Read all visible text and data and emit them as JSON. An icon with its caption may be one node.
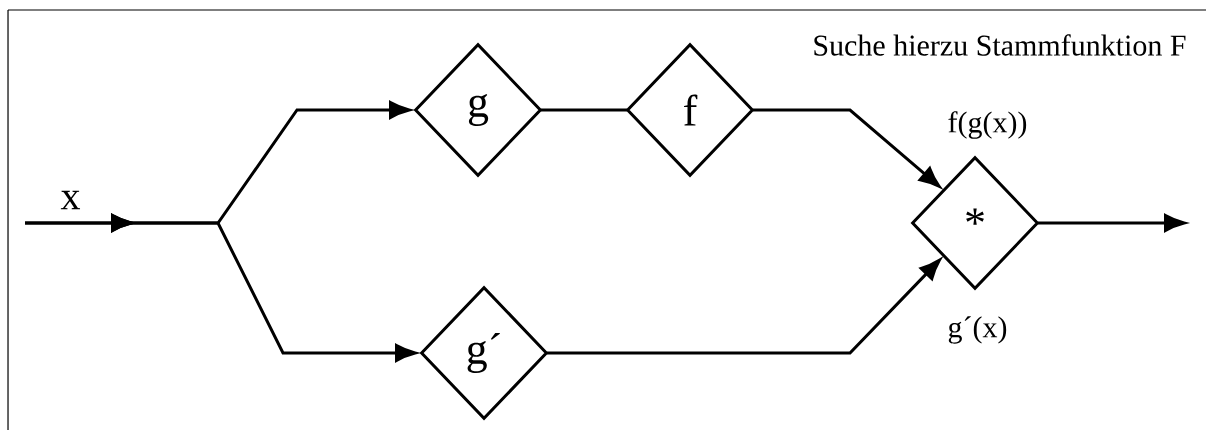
{
  "diagram": {
    "nodes": [
      {
        "text": [
          "g"
        ]
      },
      {
        "text": [
          "f"
        ]
      },
      {
        "text": [
          "g´"
        ]
      },
      {
        "text": [
          "*"
        ]
      }
    ],
    "edges": [
      {
        "from": null,
        "to": 0,
        "arrow": "to",
        "label": "x"
      },
      {
        "from": null,
        "to": 2,
        "arrow": "to"
      },
      {
        "from": 0,
        "to": 1,
        "arrow": "none"
      },
      {
        "from": 1,
        "to": 3,
        "arrow": "to",
        "label": "f(g(x))"
      },
      {
        "from": 2,
        "to": 3,
        "arrow": "to",
        "label": "g´(x)"
      },
      {
        "from": 3,
        "to": null,
        "arrow": "to"
      }
    ],
    "labels": [
      "Suche hierzu Stammfunktion F"
    ]
  }
}
